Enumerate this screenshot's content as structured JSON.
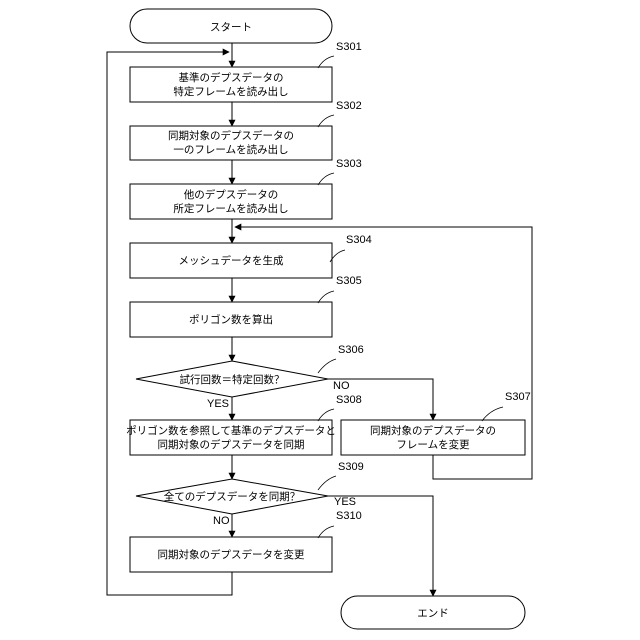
{
  "start": "スタート",
  "end": "エンド",
  "steps": {
    "s301": {
      "id": "S301",
      "line1": "基準のデプスデータの",
      "line2": "特定フレームを読み出し"
    },
    "s302": {
      "id": "S302",
      "line1": "同期対象のデプスデータの",
      "line2": "一のフレームを読み出し"
    },
    "s303": {
      "id": "S303",
      "line1": "他のデプスデータの",
      "line2": "所定フレームを読み出し"
    },
    "s304": {
      "id": "S304",
      "line1": "メッシュデータを生成"
    },
    "s305": {
      "id": "S305",
      "line1": "ポリゴン数を算出"
    },
    "s306": {
      "id": "S306",
      "line1": "試行回数＝特定回数？"
    },
    "s307": {
      "id": "S307",
      "line1": "同期対象のデプスデータの",
      "line2": "フレームを変更"
    },
    "s308": {
      "id": "S308",
      "line1": "ポリゴン数を参照して基準のデプスデータと",
      "line2": "同期対象のデプスデータを同期"
    },
    "s309": {
      "id": "S309",
      "line1": "全てのデプスデータを同期？"
    },
    "s310": {
      "id": "S310",
      "line1": "同期対象のデプスデータを変更"
    }
  },
  "branches": {
    "s306_no": "NO",
    "s306_yes": "YES",
    "s309_yes": "YES",
    "s309_no": "NO"
  }
}
